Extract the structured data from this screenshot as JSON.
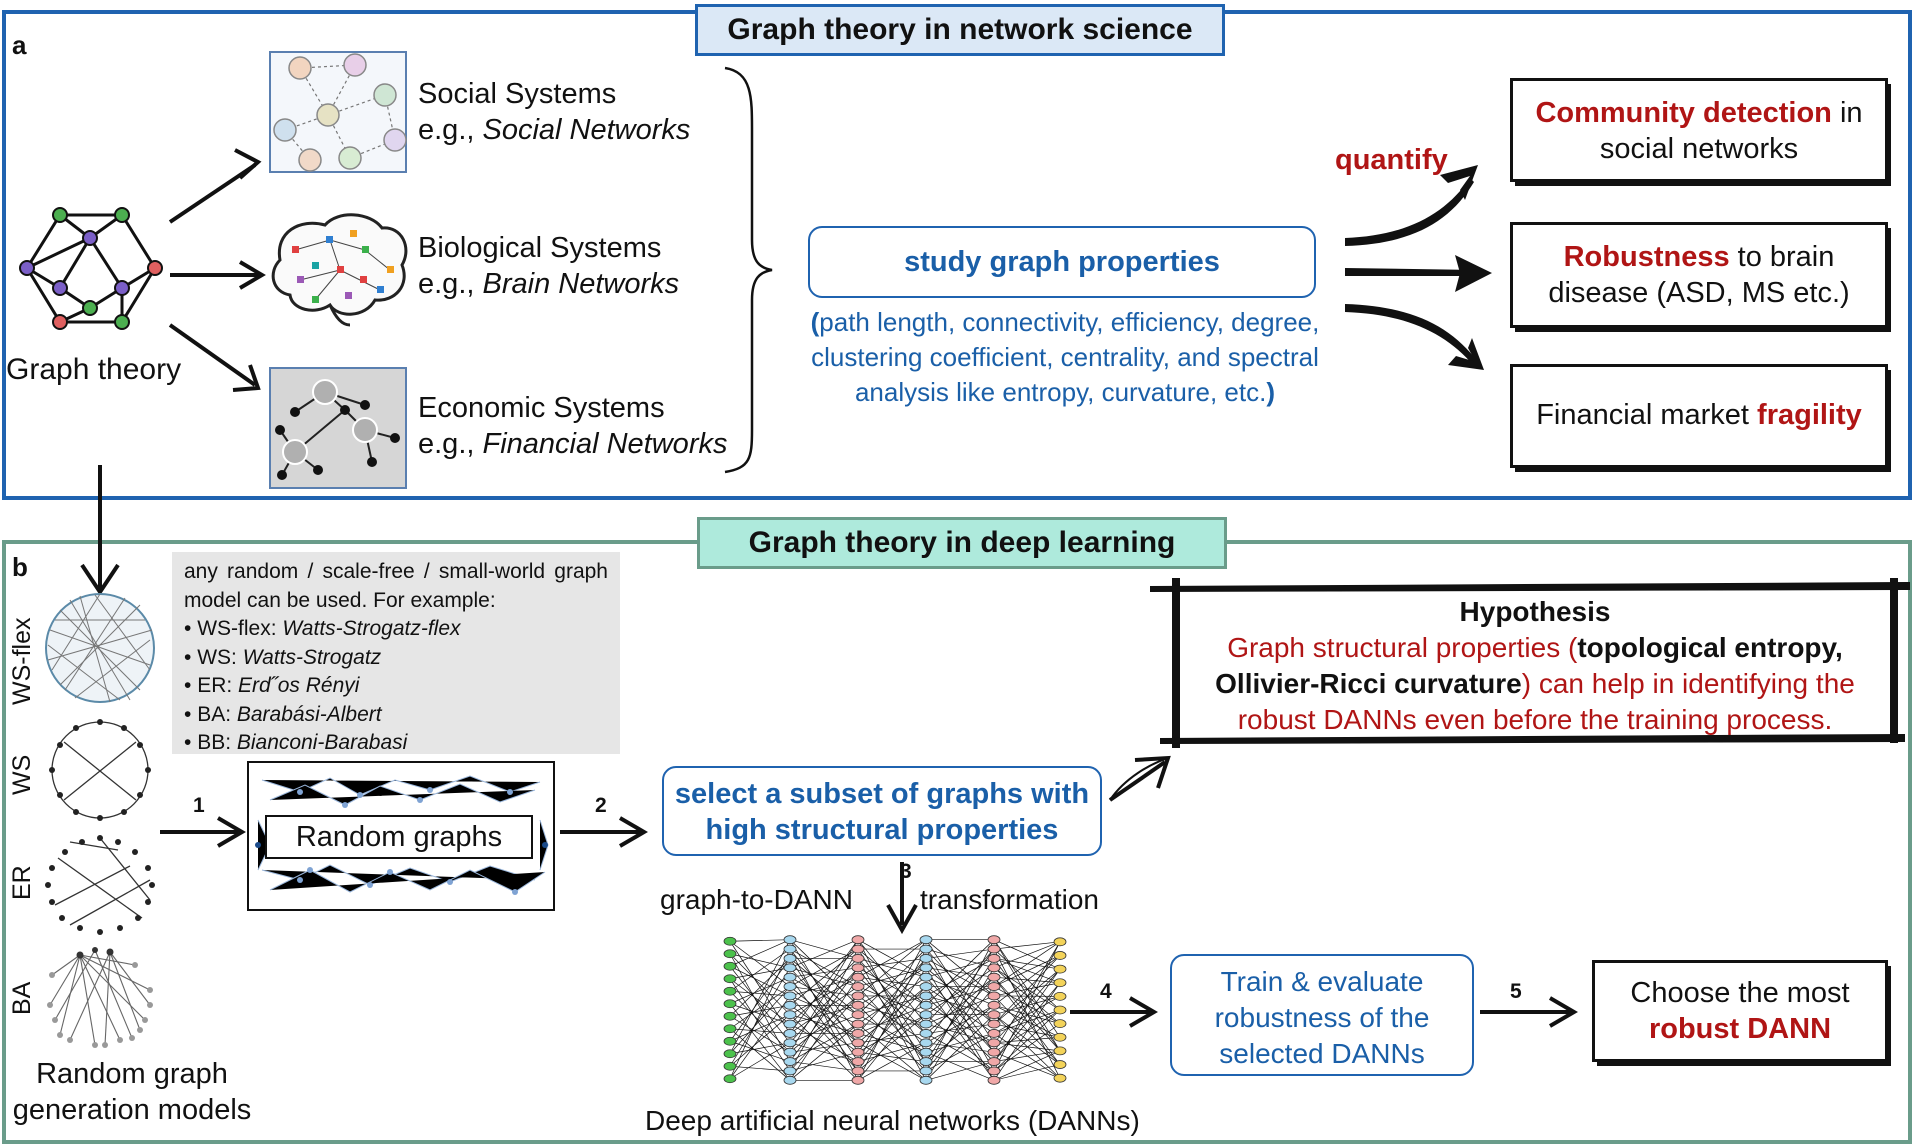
{
  "panel_a": {
    "label": "a",
    "title": "Graph theory in network science",
    "graph_theory_label": "Graph theory",
    "systems": [
      {
        "name": "Social Systems",
        "prefix": "e.g., ",
        "example": "Social Networks"
      },
      {
        "name": "Biological Systems",
        "prefix": "e.g., ",
        "example": "Brain Networks"
      },
      {
        "name": "Economic Systems",
        "prefix": "e.g., ",
        "example": "Financial Networks"
      }
    ],
    "study_box": "study graph properties",
    "properties_open": "(",
    "properties_text": "path length, connectivity, efficiency, degree, clustering coefficient, centrality, and spectral analysis like entropy, curvature, etc.",
    "properties_close": ")",
    "quantify": "quantify",
    "outcomes": [
      {
        "highlight": "Community detection",
        "rest1": " in",
        "rest2": "social networks"
      },
      {
        "highlight": "Robustness",
        "rest1": " to brain",
        "rest2": "disease (ASD, MS etc.)"
      },
      {
        "prefix": "Financial market ",
        "highlight": "fragility"
      }
    ]
  },
  "panel_b": {
    "label": "b",
    "title": "Graph theory in deep learning",
    "models_intro": "any random / scale-free / small-world graph model can be used. For example:",
    "models": [
      {
        "abbr": "WS-flex",
        "full": "Watts-Strogatz-flex"
      },
      {
        "abbr": "WS",
        "full": "Watts-Strogatz"
      },
      {
        "abbr": "ER",
        "full": "Erd˝os Rényi"
      },
      {
        "abbr": "BA",
        "full": "Barabási-Albert"
      },
      {
        "abbr": "BB",
        "full": "Bianconi-Barabasi"
      }
    ],
    "side_labels": [
      "WS-flex",
      "WS",
      "ER",
      "BA"
    ],
    "generation_label_1": "Random graph",
    "generation_label_2": "generation models",
    "random_graphs": "Random graphs",
    "step_labels": [
      "1",
      "2",
      "3",
      "4",
      "5"
    ],
    "select_box_1": "select a subset of graphs with",
    "select_box_2": "high structural properties",
    "transform_left": "graph-to-DANN",
    "transform_right": "transformation",
    "dann_label": "Deep artificial neural networks (DANNs)",
    "train_box": [
      "Train & evaluate",
      "robustness of the",
      "selected DANNs"
    ],
    "choose_1": "Choose the most",
    "choose_2": "robust DANN",
    "hypothesis_title": "Hypothesis",
    "hyp_part1": "Graph structural properties (",
    "hyp_bold1": "topological entropy,",
    "hyp_bold2": "Ollivier-Ricci curvature",
    "hyp_part2": ") can help in identifying the",
    "hyp_line3": "robust DANNs even before the training process."
  },
  "colors": {
    "panel_a_border": "#1f63b0",
    "panel_b_border": "#6a9c8a",
    "highlight_red": "#b01515",
    "text_blue": "#1a5fa8"
  }
}
